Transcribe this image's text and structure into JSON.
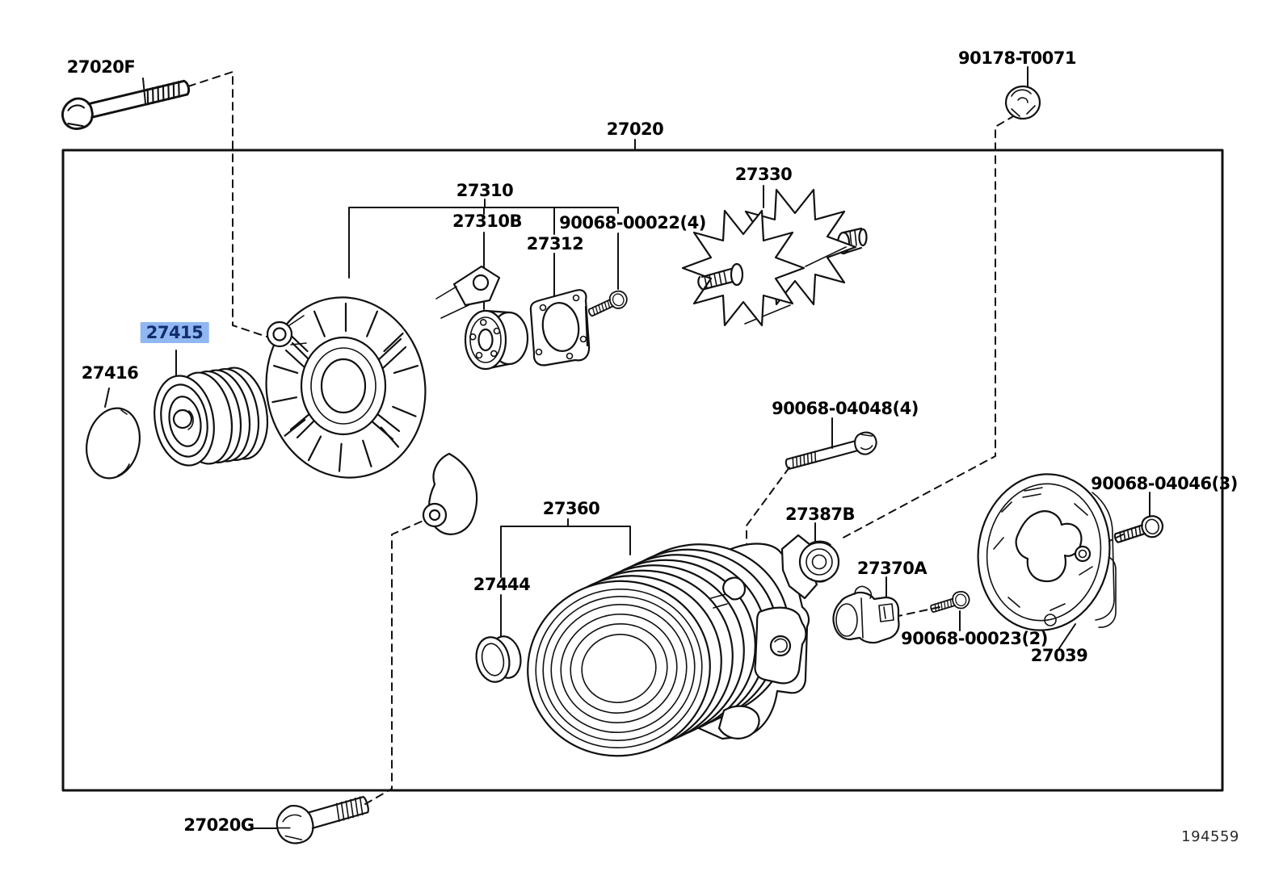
{
  "figure": {
    "number": "194559"
  },
  "colors": {
    "line": "#111111",
    "highlight_bg": "#90b7f1",
    "highlight_text": "#132d6e"
  },
  "labels": {
    "p27020f": "27020F",
    "p90178": "90178-T0071",
    "p27020": "27020",
    "p27310": "27310",
    "p27310b": "27310B",
    "p27312": "27312",
    "p90068_00022": "90068-00022(4)",
    "p27330": "27330",
    "p27415": "27415",
    "p27416": "27416",
    "p90068_04048": "90068-04048(4)",
    "p27360": "27360",
    "p27444": "27444",
    "p27387b": "27387B",
    "p27370a": "27370A",
    "p90068_00023": "90068-00023(2)",
    "p27039": "27039",
    "p90068_04046": "90068-04046(3)",
    "p27020g": "27020G"
  }
}
